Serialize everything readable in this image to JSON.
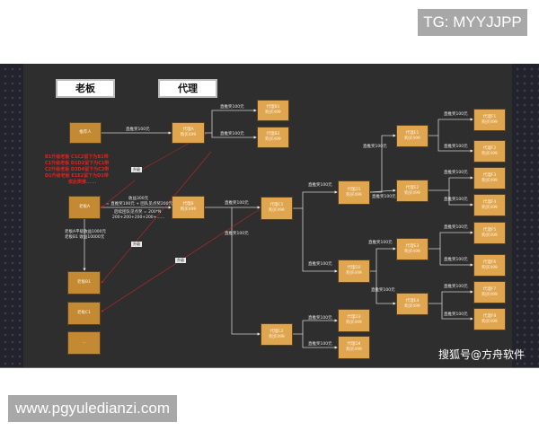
{
  "badges": {
    "tg": "TG: MYYJJPP",
    "site": "www.pgyuledianzi.com"
  },
  "watermark": "搜狐号@方舟软件",
  "headers": {
    "boss": "老板",
    "agent": "代理"
  },
  "nodes": {
    "referrer": "推荐人",
    "agentA": [
      "代理A",
      "购买499"
    ],
    "agentB1": [
      "代理B1",
      "购买499"
    ],
    "agentB2": [
      "代理B2",
      "购买499"
    ],
    "bossA": "老板A",
    "agentB": [
      "代理B",
      "购买499"
    ],
    "agentC1": [
      "代理C1",
      "购买499"
    ],
    "agentC2": [
      "代理C2",
      "购买499"
    ],
    "agentD1": [
      "代理D1",
      "购买499"
    ],
    "agentD2": [
      "代理D2",
      "购买499"
    ],
    "agentD3": [
      "代理D3",
      "购买499"
    ],
    "agentD4": [
      "代理D4",
      "购买499"
    ],
    "agentE1": [
      "代理E1",
      "购买499"
    ],
    "agentE2": [
      "代理E2",
      "购买499"
    ],
    "agentE3": [
      "代理E3",
      "购买499"
    ],
    "agentE4": [
      "代理E4",
      "购买499"
    ],
    "agentF": [
      [
        "代理F1",
        "购买499"
      ],
      [
        "代理F2",
        "购买499"
      ],
      [
        "代理F3",
        "购买499"
      ],
      [
        "代理F4",
        "购买499"
      ],
      [
        "代理F5",
        "购买499"
      ],
      [
        "代理F6",
        "购买499"
      ],
      [
        "代理F7",
        "购买499"
      ],
      [
        "代理F8",
        "购买499"
      ]
    ],
    "bossB1": "老板B1",
    "bossC1": "老板C1",
    "bossMore": "..."
  },
  "labels": {
    "direct": "直推奖100元",
    "bossB_income": [
      "收益300元",
      "= 直推奖100元 + 团队见点奖200元"
    ],
    "team_bonus": [
      "后续团队见点奖 = 200*N",
      "200+200+200+200+......"
    ],
    "bossA_income": [
      "老板A平级收益1000元",
      "老板B1    收益10000元"
    ],
    "upgrade": "升级"
  },
  "red_notes": [
    "B1升级老板    C1C2留下为B1带",
    "C1升级老板    D1D2留下为C1带",
    "C2升级老板    D3D4留下为C2带",
    "D1升级老板    E1E2留下为D1带",
    "依此类推......"
  ]
}
